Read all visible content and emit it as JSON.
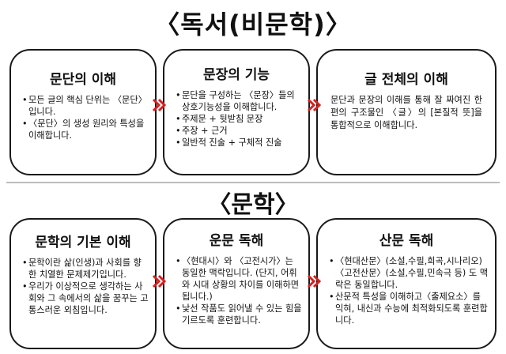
{
  "reading": {
    "title": "〈독서(비문학)〉",
    "boxes": [
      {
        "title": "문단의 이해",
        "items": [
          "모든 글의 핵심 단위는 〈문단〉입니다.",
          "〈문단〉의 생성 원리와 특성을 이해합니다."
        ]
      },
      {
        "title": "문장의 기능",
        "items": [
          "문단을 구성하는 〈문장〉들의 상호기능성을 이해합니다.",
          "주제문 + 뒷받침 문장",
          "주장 + 근거",
          "일반적 진술 + 구체적 진술"
        ]
      },
      {
        "title": "글 전체의 이해",
        "paragraph": "문단과 문장의 이해를 통해 잘 짜여진 한 편의 구조물인 〈글〉의 [본질적 뜻]을 통합적으로 이해합니다."
      }
    ]
  },
  "literature": {
    "title": "〈문학〉",
    "boxes": [
      {
        "title": "문학의 기본 이해",
        "items": [
          "문학이란 삶(인생)과 사회를 향한 치열한 문제제기입니다.",
          "우리가 이상적으로 생각하는 사회와 그 속에서의 삶을 꿈꾸는 고통스러운 외침입니다."
        ]
      },
      {
        "title": "운문 독해",
        "items": [
          "〈현대시〉와 〈고전시가〉는 동일한 맥락입니다. (단지, 어휘와 시대 상황의 차이를 이해하면 됩니다.)",
          "낯선 작품도 읽어낼 수 있는 힘을 기르도록 훈련합니다."
        ]
      },
      {
        "title": "산문 독해",
        "items": [
          "〈현대산문〉(소설,수필,희곡,시나리오) 〈고전산문〉(소설,수필,민속극 등) 도 맥락은 동일합니다.",
          "산문적 특성을 이해하고〈출제요소〉를 익혀, 내신과 수능에 최적화되도록 훈련합니다."
        ]
      }
    ]
  },
  "colors": {
    "arrow": "#d61f1f",
    "border": "#1a1a1a",
    "divider": "#bdbdbd"
  },
  "icons": {
    "arrow": "double-chevron-right-icon"
  }
}
